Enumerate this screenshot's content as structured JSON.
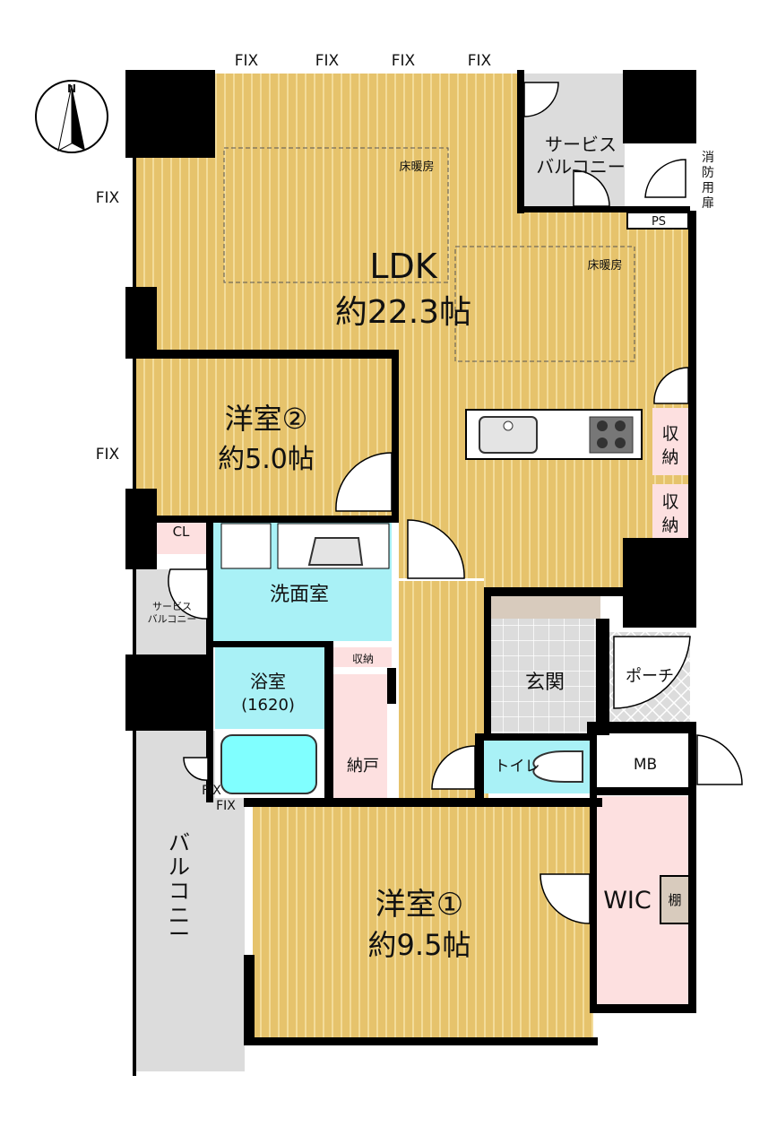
{
  "compass": {
    "label": "N"
  },
  "windows": {
    "fix": "FIX"
  },
  "rooms": {
    "ldk": {
      "name": "LDK",
      "area": "約22.3帖"
    },
    "floor_heating": "床暖房",
    "service_balcony_top": {
      "line1": "サービス",
      "line2": "バルコニー"
    },
    "fire_door": [
      "消",
      "防",
      "用",
      "扉"
    ],
    "ps": "PS",
    "western2": {
      "name": "洋室②",
      "area": "約5.0帖"
    },
    "storage": {
      "line1": "収",
      "line2": "納"
    },
    "cl": "CL",
    "service_balcony_left": {
      "line1": "サービス",
      "line2": "バルコニー"
    },
    "washroom": "洗面室",
    "small_storage": "収納",
    "bath": {
      "name": "浴室",
      "size": "(1620)"
    },
    "closet": "納戸",
    "entrance": "玄関",
    "porch": "ポーチ",
    "toilet": "トイレ",
    "mb": "MB",
    "balcony": [
      "バ",
      "ル",
      "コ",
      "ニ",
      "ー"
    ],
    "western1": {
      "name": "洋室①",
      "area": "約9.5帖"
    },
    "wic": "WIC",
    "shelf": "棚"
  },
  "colors": {
    "wood": "#e6c36c",
    "wood_stripe": "#f3dc9a",
    "wet": "#a9f1f6",
    "pink": "#fde0e0",
    "gray": "#dcdcdc",
    "beige": "#d8cbbd",
    "wall": "#000000"
  }
}
